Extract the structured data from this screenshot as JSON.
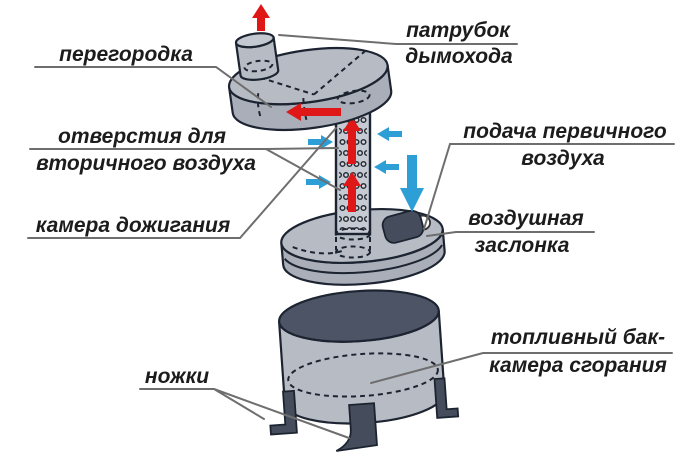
{
  "diagram": {
    "type": "exploded-view-pyrolysis-stove",
    "labels": {
      "partition": "перегородка",
      "chimney_pipe": {
        "line1": "патрубок",
        "line2": "дымохода"
      },
      "secondary_air_holes": {
        "line1": "отверстия для",
        "line2": "вторичного воздуха"
      },
      "primary_air_supply": {
        "line1": "подача первичного",
        "line2": "воздуха"
      },
      "afterburn_chamber": "камера дожигания",
      "air_damper": {
        "line1": "воздушная",
        "line2": "заслонка"
      },
      "fuel_tank": {
        "line1": "топливный бак-",
        "line2": "камера сгорания"
      },
      "legs": "ножки"
    },
    "colors": {
      "metal_light": "#b7bbc4",
      "metal_dark": "#4d5465",
      "outline": "#1d2431",
      "hot_flow_red": "#e01717",
      "air_flow_blue": "#2e9fd6",
      "leader_gray": "#6e6e6e",
      "text": "#1c1c1c",
      "background": "#ffffff"
    }
  }
}
